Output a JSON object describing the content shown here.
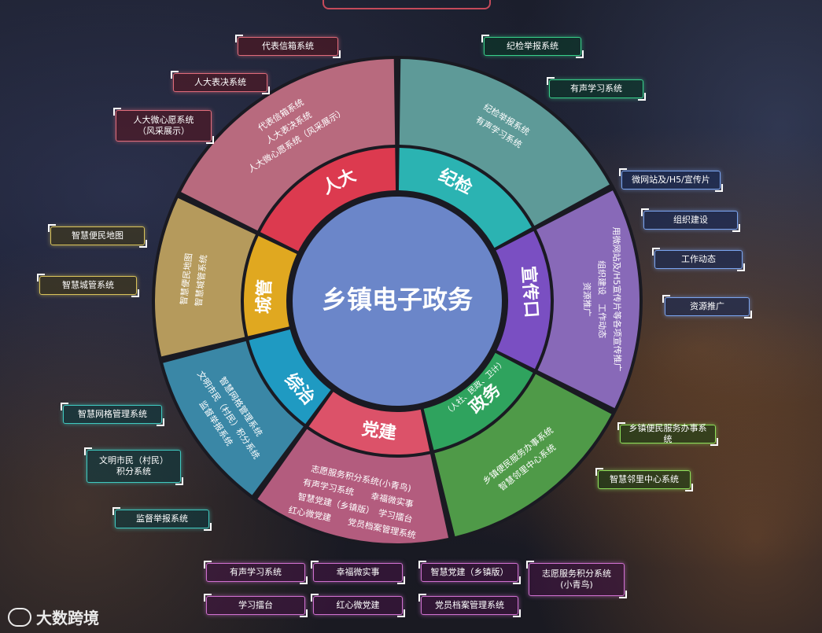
{
  "center_title": "乡镇电子政务",
  "sectors": [
    {
      "inner": "人大",
      "inner_color": "#dc3a4f",
      "outer_color": "#b86a7e",
      "outer_lines": [
        "代表信箱系统",
        "人大表决系统",
        "人大微心愿系统（风采展示）"
      ]
    },
    {
      "inner": "纪检",
      "inner_color": "#2bb3b2",
      "outer_color": "#5e9a98",
      "outer_lines": [
        "纪检举报系统",
        "有声学习系统"
      ]
    },
    {
      "inner": "宣传口",
      "inner_color": "#7a4fc2",
      "outer_color": "#8869b8",
      "outer_lines": [
        "用微网站及/H5宣传片等各项宣传推广",
        "组织建设　工作动态",
        "资源推广"
      ]
    },
    {
      "inner": "政务",
      "inner_sub": "（人社、民政、卫计）",
      "inner_color": "#2fa35e",
      "outer_color": "#4f9a48",
      "outer_lines": [
        "乡镇便民服务办事系统",
        "智慧邻里中心系统"
      ]
    },
    {
      "inner": "党建",
      "inner_color": "#dc5269",
      "outer_color": "#b35c7e",
      "outer_lines": [
        "志愿服务积分系统(小青鸟)",
        "有声学习系统　　幸福微实事",
        "智慧党建（乡镇版）　学习擂台",
        "红心微党建　　党员档案管理系统"
      ]
    },
    {
      "inner": "综治",
      "inner_color": "#1f9ac2",
      "outer_color": "#3a87a6",
      "outer_lines": [
        "智慧网格管理系统",
        "文明市民（村民）积分系统",
        "监督举报系统"
      ]
    },
    {
      "inner": "城管",
      "inner_color": "#e0a820",
      "outer_color": "#b59a5c",
      "outer_lines": [
        "智慧便民地图",
        "智慧城管系统"
      ]
    }
  ],
  "tags": [
    {
      "text": "代表信箱系统",
      "style": "t-red"
    },
    {
      "text": "人大表决系统",
      "style": "t-red"
    },
    {
      "text": "人大微心愿系统",
      "sub": "（风采展示）",
      "style": "t-red"
    },
    {
      "text": "纪检举报系统",
      "style": "t-green"
    },
    {
      "text": "有声学习系统",
      "style": "t-green"
    },
    {
      "text": "微网站及/H5/宣传片",
      "style": "t-blue"
    },
    {
      "text": "组织建设",
      "style": "t-blue"
    },
    {
      "text": "工作动态",
      "style": "t-blue"
    },
    {
      "text": "资源推广",
      "style": "t-blue"
    },
    {
      "text": "智慧便民地图",
      "style": "t-yellow"
    },
    {
      "text": "智慧城管系统",
      "style": "t-yellow"
    },
    {
      "text": "智慧网格管理系统",
      "style": "t-teal"
    },
    {
      "text": "文明市民（村民）",
      "sub": "积分系统",
      "style": "t-teal"
    },
    {
      "text": "监督举报系统",
      "style": "t-teal"
    },
    {
      "text": "乡镇便民服务办事系统",
      "style": "t-lime"
    },
    {
      "text": "智慧邻里中心系统",
      "style": "t-lime"
    },
    {
      "text": "有声学习系统",
      "style": "t-pink"
    },
    {
      "text": "幸福微实事",
      "style": "t-pink"
    },
    {
      "text": "智慧党建（乡镇版）",
      "style": "t-pink"
    },
    {
      "text": "志愿服务积分系统",
      "sub": "(小青鸟)",
      "style": "t-pink"
    },
    {
      "text": "学习擂台",
      "style": "t-pink"
    },
    {
      "text": "红心微党建",
      "style": "t-pink"
    },
    {
      "text": "党员档案管理系统",
      "style": "t-pink"
    }
  ],
  "watermark": "大数跨境"
}
